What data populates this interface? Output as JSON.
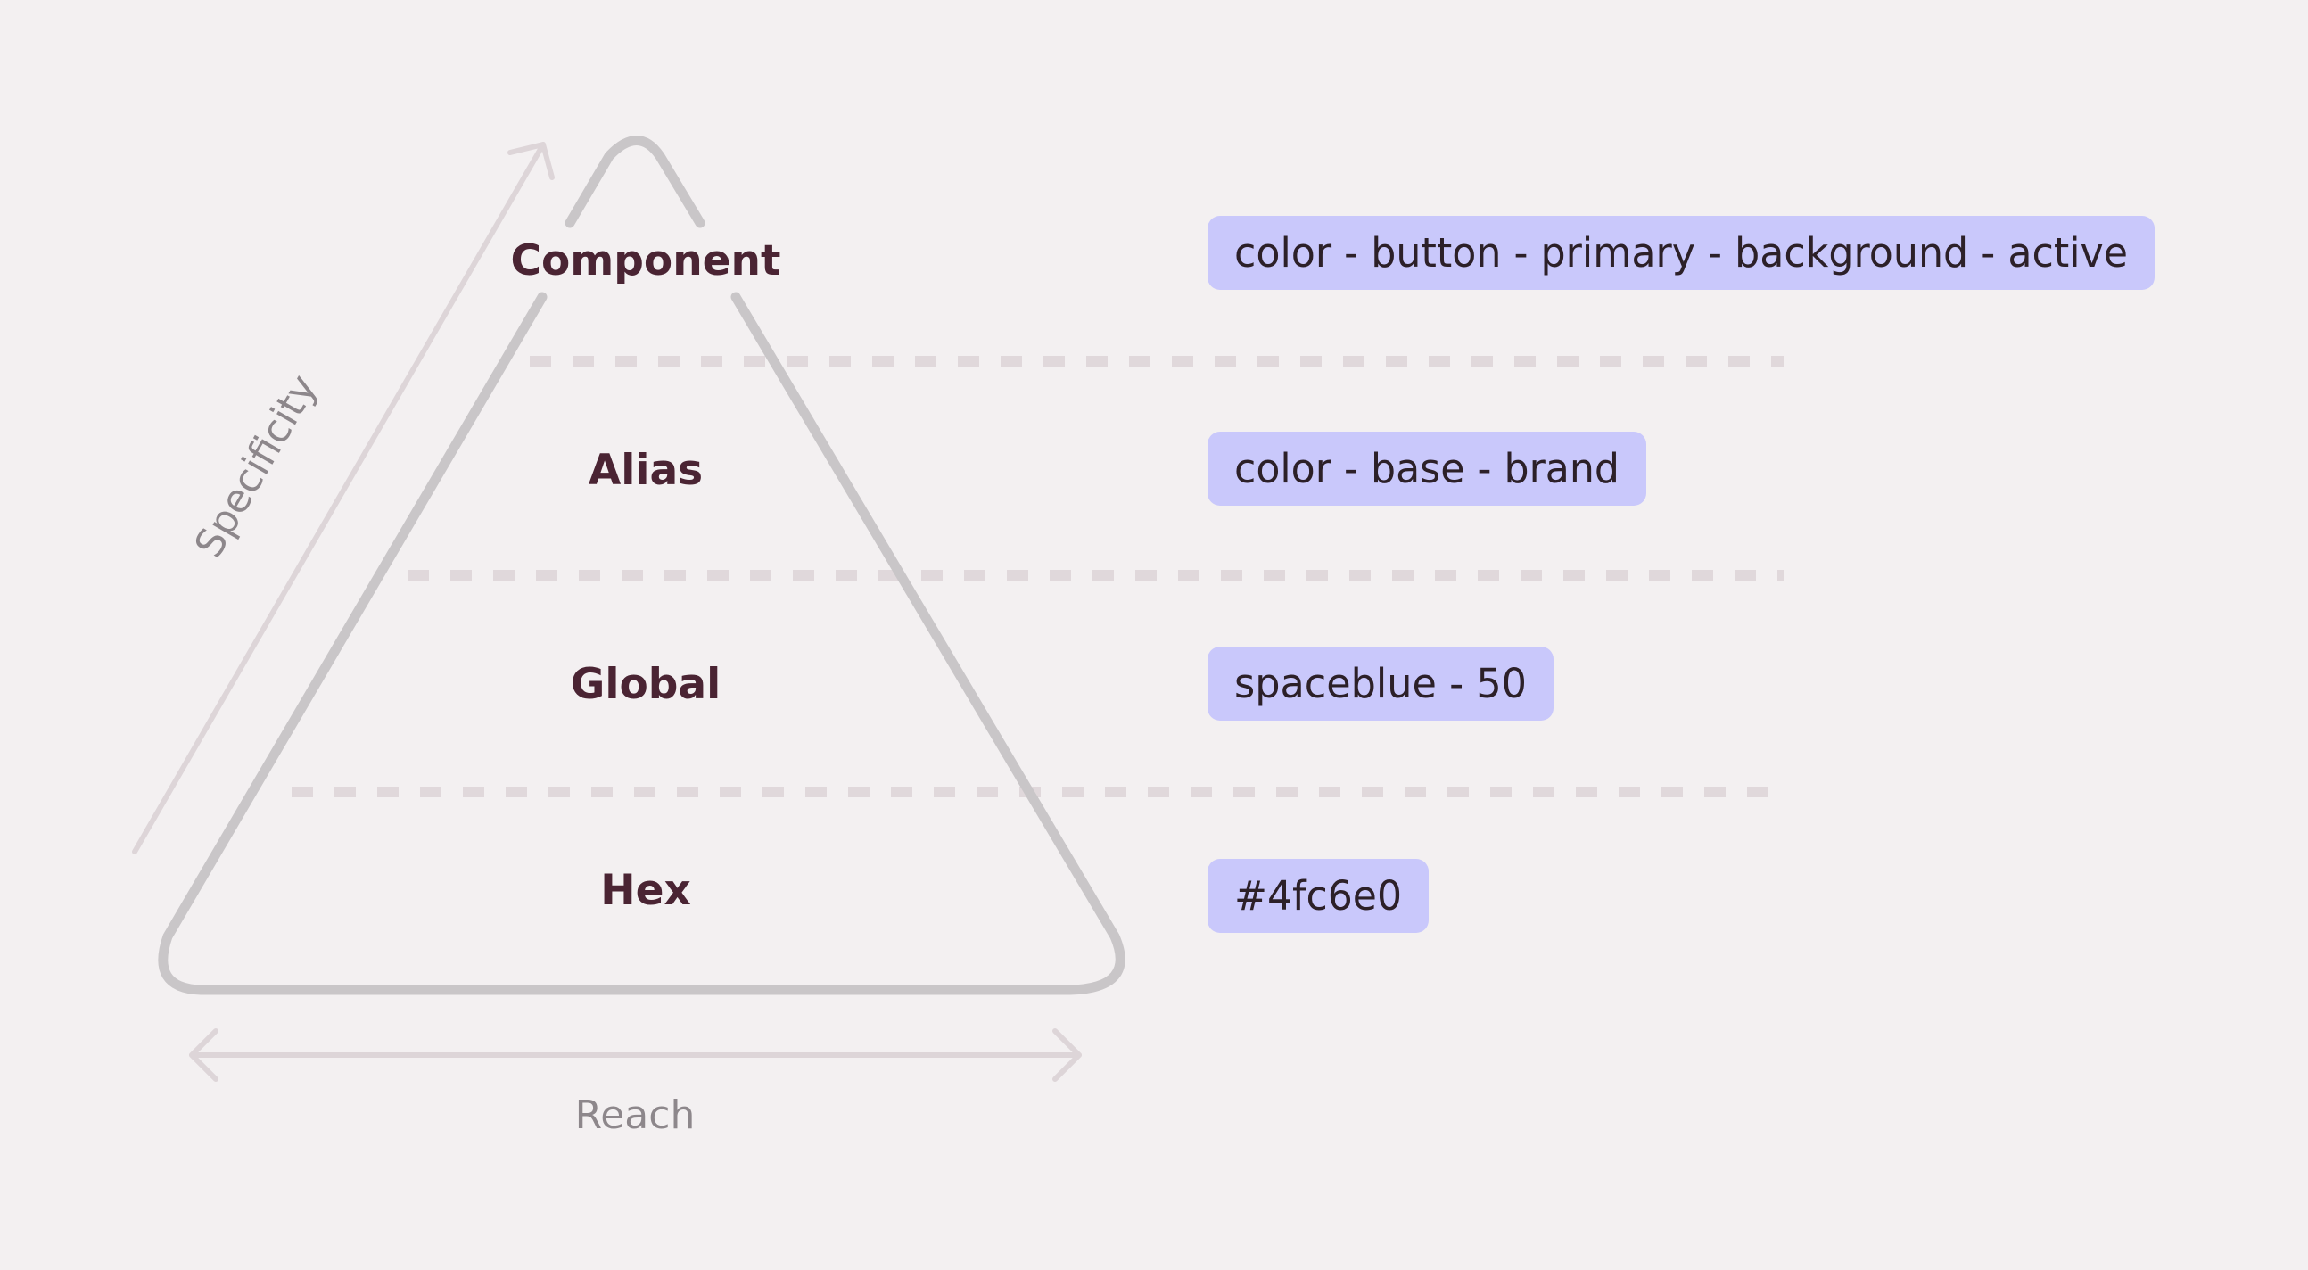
{
  "axes": {
    "vertical_label": "Specificity",
    "horizontal_label": "Reach"
  },
  "levels": [
    {
      "name": "Component",
      "token": "color - button - primary - background - active"
    },
    {
      "name": "Alias",
      "token": "color - base - brand"
    },
    {
      "name": "Global",
      "token": "spaceblue - 50"
    },
    {
      "name": "Hex",
      "token": "#4fc6e0"
    }
  ],
  "colors": {
    "background": "#f3f0f1",
    "pyramid_outline": "#c9c6c8",
    "arrow": "#ddd5d8",
    "divider": "#e0d8db",
    "level_text": "#4a2433",
    "token_fill": "#c9c8fb",
    "token_text": "#2c2028",
    "axis_text": "#8d878b"
  },
  "icons": {
    "vertical_arrow": "arrow-up-right-icon",
    "horizontal_arrow": "double-arrow-horizontal-icon"
  }
}
